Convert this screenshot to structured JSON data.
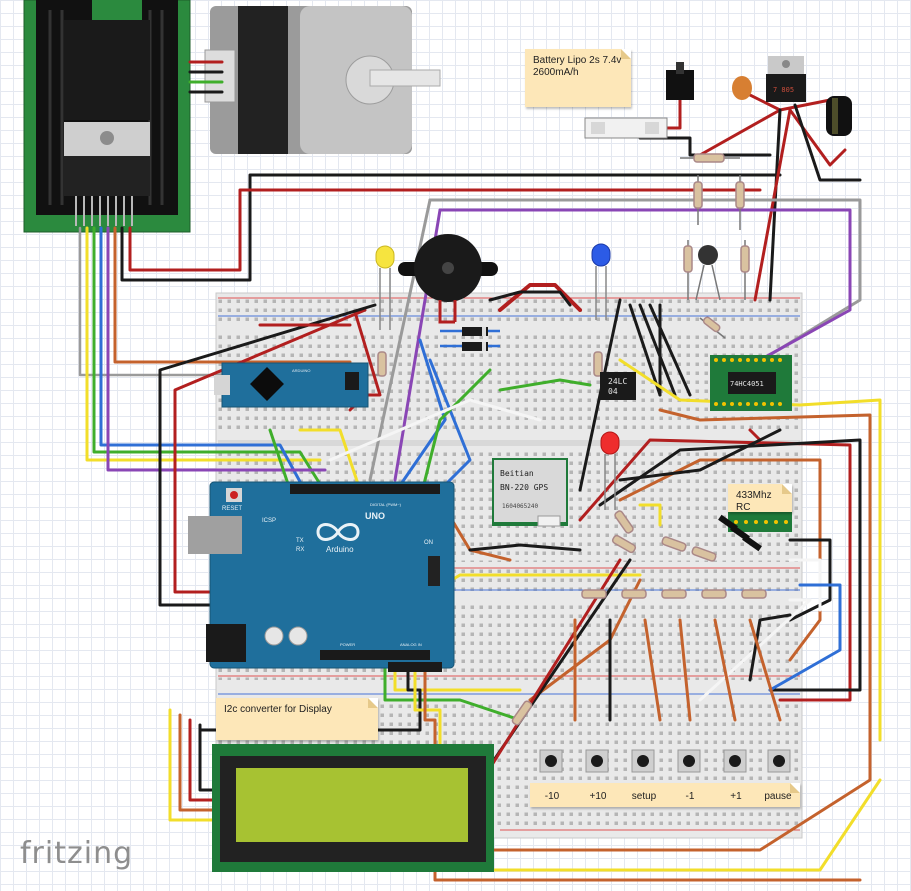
{
  "notes": {
    "battery_line1": "Battery Lipo 2s 7.4v",
    "battery_line2": "2600mA/h",
    "i2c": "I2c converter for Display",
    "rc": "433Mhz RC"
  },
  "buttons": [
    "-10",
    "+10",
    "setup",
    "-1",
    "+1",
    "pause"
  ],
  "chips": {
    "gps_line1": "Beitian",
    "gps_line2": "BN-220 GPS",
    "gps_serial": "1604065240",
    "eeprom_line1": "24LC",
    "eeprom_line2": "04",
    "mux": "74HC4051",
    "regulator": "7 805",
    "arduino_name": "Arduino",
    "arduino_uno": "UNO",
    "reset": "RESET",
    "icsp": "ICSP",
    "tx": "TX",
    "rx": "RX",
    "on": "ON",
    "digital": "DIGITAL (PWM~)",
    "power": "POWER",
    "analog": "ANALOG IN",
    "nano_label": "ARDUINO"
  },
  "brand": "fritzing",
  "colors": {
    "wire_red": "#b21f1f",
    "wire_black": "#1a1a1a",
    "wire_yellow": "#f2de2a",
    "wire_green": "#3fae2b",
    "wire_blue": "#2f6fd6",
    "wire_purple": "#8a46b5",
    "wire_orange": "#c4622d",
    "wire_gray": "#9a9a9a",
    "wire_white": "#f5f5f5",
    "board_green": "#1f7a3a",
    "arduino_blue": "#1f6f9c",
    "note_fill": "#fde7b8",
    "lcd_glass": "#a7c232"
  }
}
